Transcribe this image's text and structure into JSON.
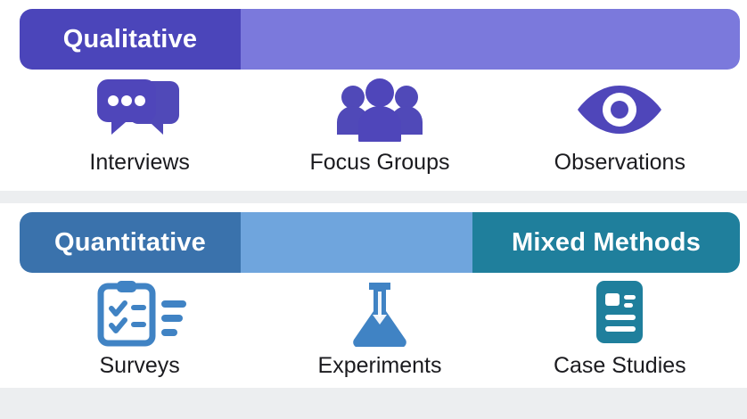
{
  "colors": {
    "background": "#eceef0",
    "card": "#ffffff",
    "qualitative_primary": "#4b45ba",
    "qualitative_secondary": "#7b79dc",
    "quantitative_primary": "#3a72ac",
    "quantitative_secondary": "#6fa5dd",
    "mixed_methods": "#1f7f9c",
    "label_text": "#1b1b1f",
    "bar_text": "#ffffff"
  },
  "sections": [
    {
      "id": "qualitative",
      "title": "Qualitative",
      "items": [
        {
          "label": "Interviews",
          "icon": "speech-bubbles-icon"
        },
        {
          "label": "Focus Groups",
          "icon": "people-group-icon"
        },
        {
          "label": "Observations",
          "icon": "eye-icon"
        }
      ]
    },
    {
      "id": "quantitative",
      "title": "Quantitative",
      "secondary_title": "Mixed Methods",
      "items": [
        {
          "label": "Surveys",
          "icon": "clipboard-checklist-icon"
        },
        {
          "label": "Experiments",
          "icon": "flask-icon"
        },
        {
          "label": "Case Studies",
          "icon": "document-icon"
        }
      ]
    }
  ]
}
